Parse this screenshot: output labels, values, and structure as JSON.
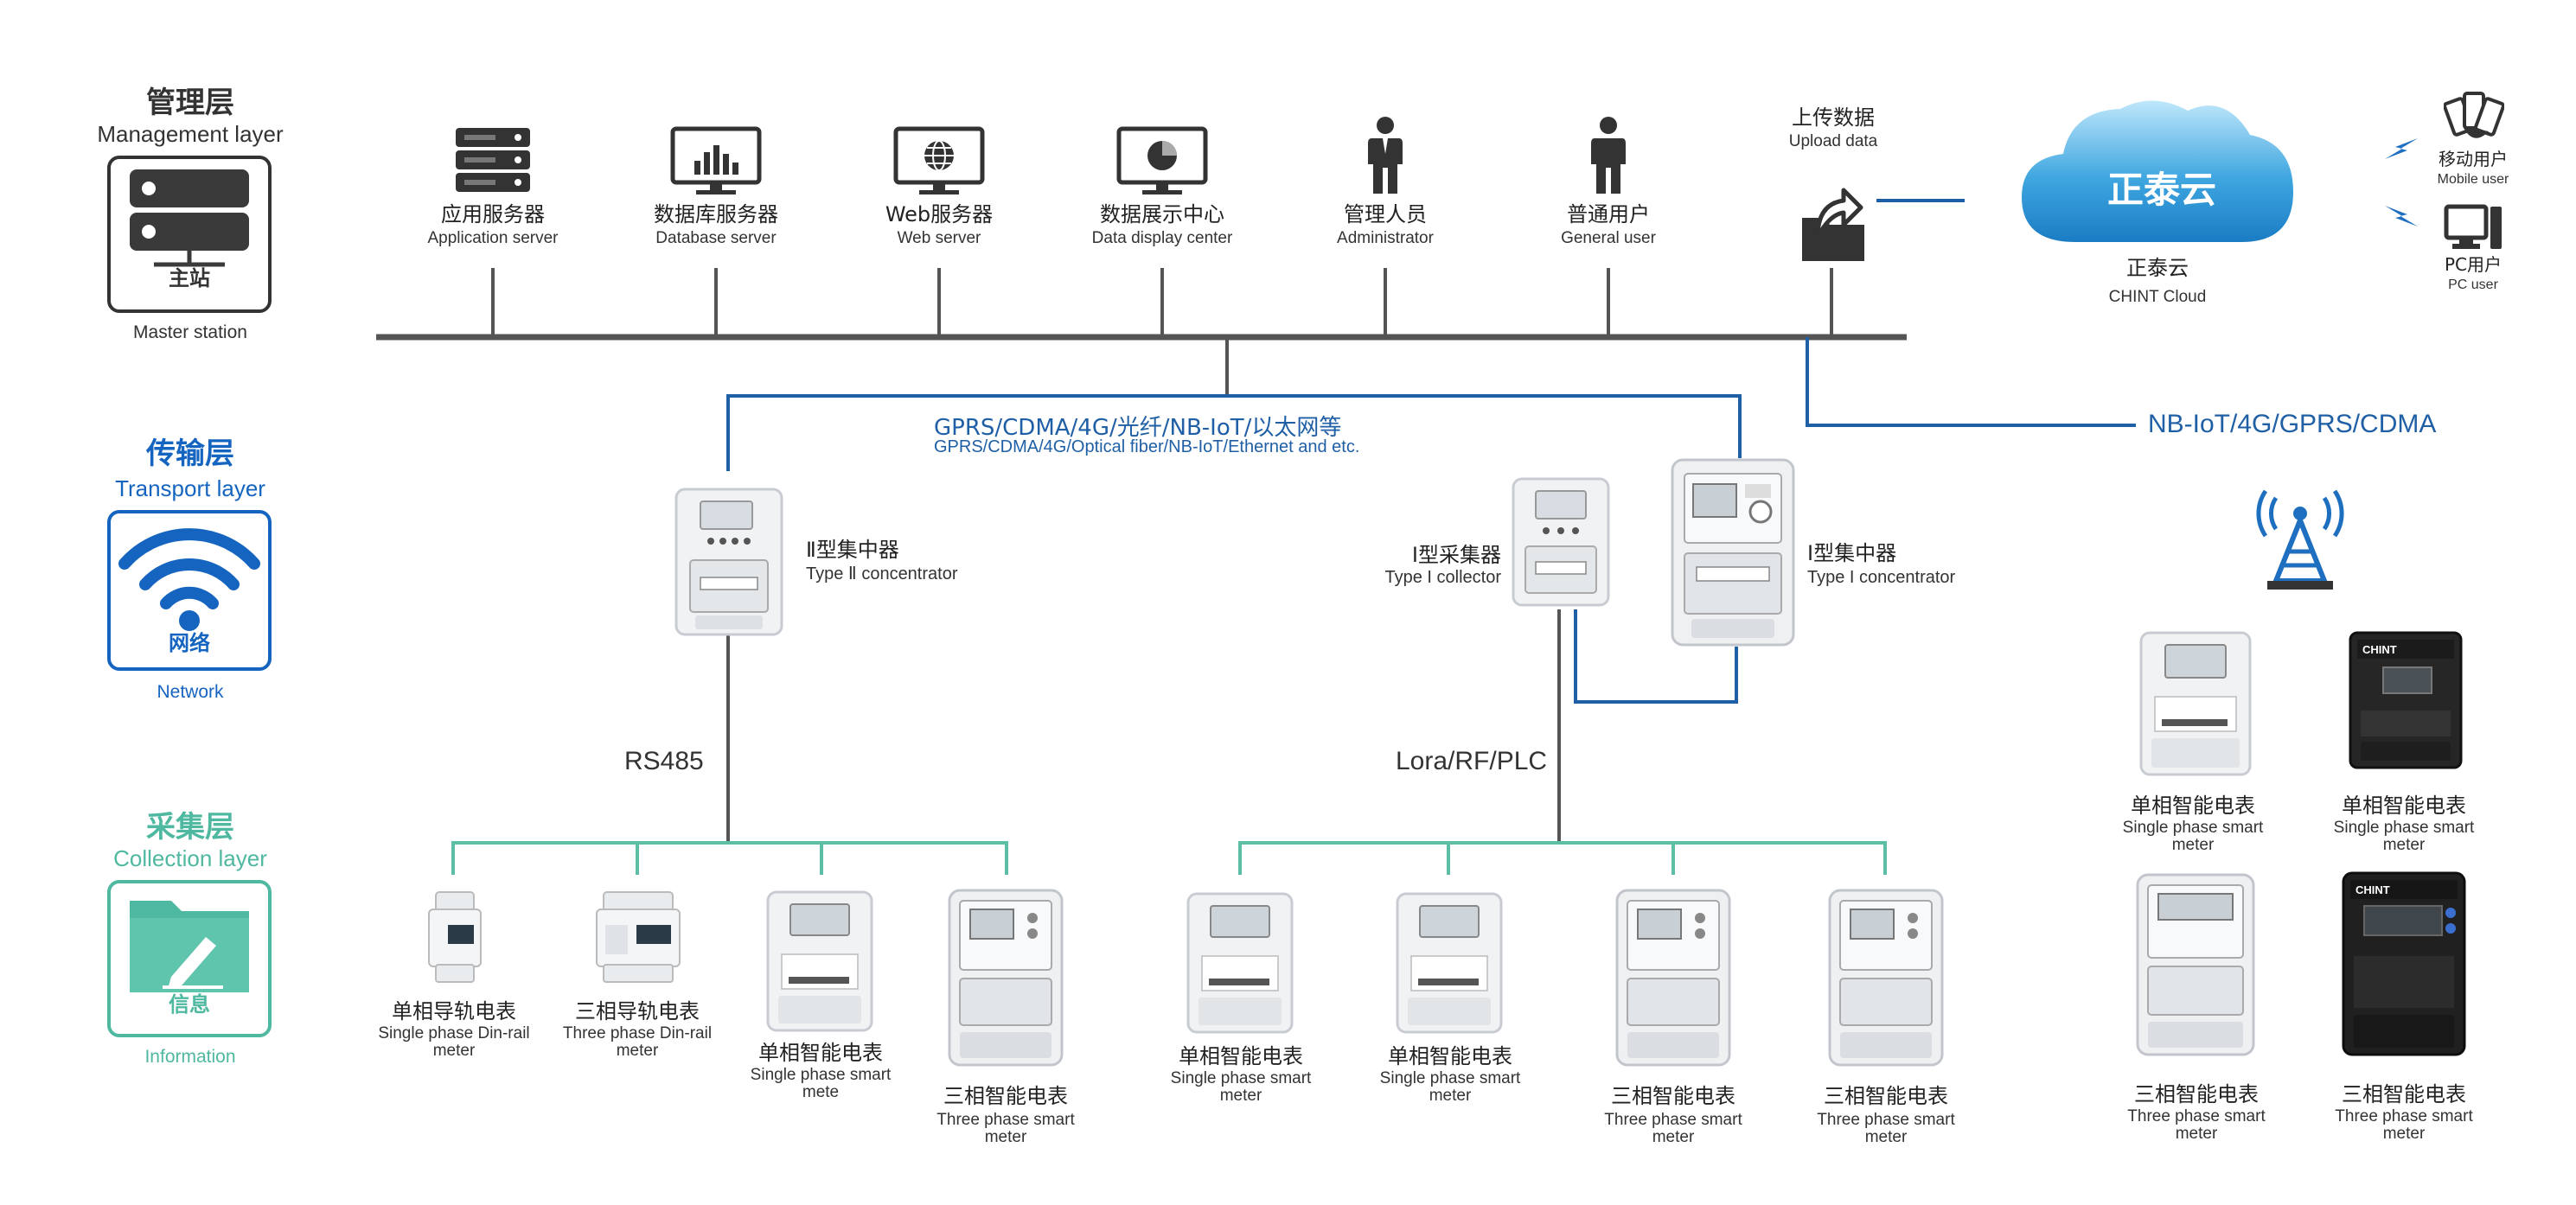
{
  "colors": {
    "management": "#333333",
    "transport": "#1565c0",
    "collection": "#4fb8a0",
    "bus": "#555555",
    "blue_wire": "#1f5fa6",
    "teal_wire": "#5cbfa5"
  },
  "layers": {
    "management": {
      "cn": "管理层",
      "en": "Management layer",
      "box_cn": "主站",
      "box_en": "Master station",
      "icon": "server-icon"
    },
    "transport": {
      "cn": "传输层",
      "en": "Transport layer",
      "box_cn": "网络",
      "box_en": "Network",
      "icon": "wifi-icon"
    },
    "collection": {
      "cn": "采集层",
      "en": "Collection layer",
      "box_cn": "信息",
      "box_en": "Information",
      "icon": "folder-pen-icon"
    }
  },
  "servers": [
    {
      "cn": "应用服务器",
      "en": "Application server",
      "icon": "server-rack-icon"
    },
    {
      "cn": "数据库服务器",
      "en": "Database server",
      "icon": "bar-chart-monitor-icon"
    },
    {
      "cn": "Web服务器",
      "en": "Web server",
      "icon": "globe-monitor-icon"
    },
    {
      "cn": "数据展示中心",
      "en": "Data display center",
      "icon": "pie-chart-monitor-icon"
    },
    {
      "cn": "管理人员",
      "en": "Administrator",
      "icon": "person-tie-icon"
    },
    {
      "cn": "普通用户",
      "en": "General user",
      "icon": "person-icon"
    }
  ],
  "upload": {
    "cn": "上传数据",
    "en": "Upload data",
    "icon": "upload-folder-icon"
  },
  "cloud": {
    "logo_text": "正泰云",
    "cn": "正泰云",
    "en": "CHINT Cloud"
  },
  "cloud_users": [
    {
      "cn": "移动用户",
      "en": "Mobile user",
      "icon": "mobile-phones-icon"
    },
    {
      "cn": "PC用户",
      "en": "PC user",
      "icon": "pc-icon"
    }
  ],
  "protocols": {
    "main_cn": "GPRS/CDMA/4G/光纤/NB-IoT/以太网等",
    "main_en": "GPRS/CDMA/4G/Optical fiber/NB-IoT/Ethernet and etc.",
    "nb": "NB-IoT/4G/GPRS/CDMA",
    "rs485": "RS485",
    "lora": "Lora/RF/PLC"
  },
  "concentrators": [
    {
      "cn": "Ⅱ型集中器",
      "en": "Type Ⅱ concentrator"
    },
    {
      "cn": "Ⅰ型采集器",
      "en": "Type I collector"
    },
    {
      "cn": "Ⅰ型集中器",
      "en": "Type I concentrator"
    }
  ],
  "meters_rs485": [
    {
      "cn": "单相导轨电表",
      "en": "Single phase Din-rail",
      "en2": "meter"
    },
    {
      "cn": "三相导轨电表",
      "en": "Three phase Din-rail",
      "en2": "meter"
    },
    {
      "cn": "单相智能电表",
      "en": "Single phase smart",
      "en2": "mete"
    },
    {
      "cn": "三相智能电表",
      "en": "Three phase smart",
      "en2": "meter"
    }
  ],
  "meters_lora": [
    {
      "cn": "单相智能电表",
      "en": "Single phase smart",
      "en2": "meter"
    },
    {
      "cn": "单相智能电表",
      "en": "Single phase smart",
      "en2": "meter"
    },
    {
      "cn": "三相智能电表",
      "en": "Three phase smart",
      "en2": "meter"
    },
    {
      "cn": "三相智能电表",
      "en": "Three phase smart",
      "en2": "meter"
    }
  ],
  "meters_nb": [
    {
      "cn": "单相智能电表",
      "en": "Single phase smart",
      "en2": "meter"
    },
    {
      "cn": "单相智能电表",
      "en": "Single phase smart",
      "en2": "meter"
    },
    {
      "cn": "三相智能电表",
      "en": "Three phase smart",
      "en2": "meter"
    },
    {
      "cn": "三相智能电表",
      "en": "Three phase smart",
      "en2": "meter"
    }
  ],
  "brand_mark": "CHINT"
}
